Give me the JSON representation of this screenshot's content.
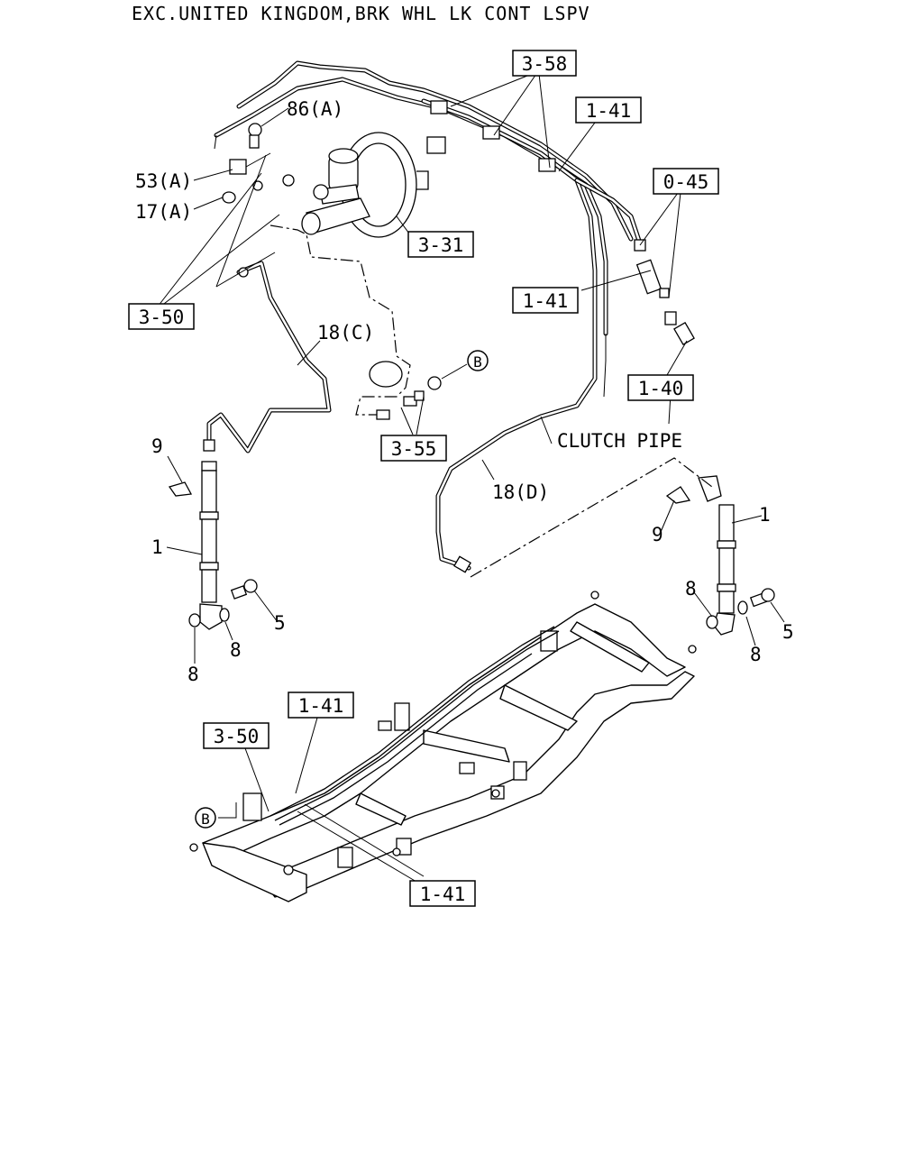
{
  "header": "EXC.UNITED KINGDOM,BRK WHL LK CONT LSPV",
  "boxed_refs": {
    "r358": "3-58",
    "r141_top": "1-41",
    "r045": "0-45",
    "r331": "3-31",
    "r141_mid": "1-41",
    "r350_top": "3-50",
    "r140": "1-40",
    "r355": "3-55",
    "r141_frame": "1-41",
    "r350_frame": "3-50",
    "r141_bottom": "1-41"
  },
  "labels": {
    "p86a": "86(A)",
    "p53a": "53(A)",
    "p17a": "17(A)",
    "p18c": "18(C)",
    "p18d": "18(D)",
    "clutch": "CLUTCH PIPE",
    "p9_left": "9",
    "p1_left": "1",
    "p5_left": "5",
    "p8_left_a": "8",
    "p8_left_b": "8",
    "p9_right": "9",
    "p1_right": "1",
    "p8_right_a": "8",
    "p8_right_b": "8",
    "p5_right": "5"
  },
  "circle_refs": {
    "b_top": "B",
    "b_frame": "B"
  }
}
